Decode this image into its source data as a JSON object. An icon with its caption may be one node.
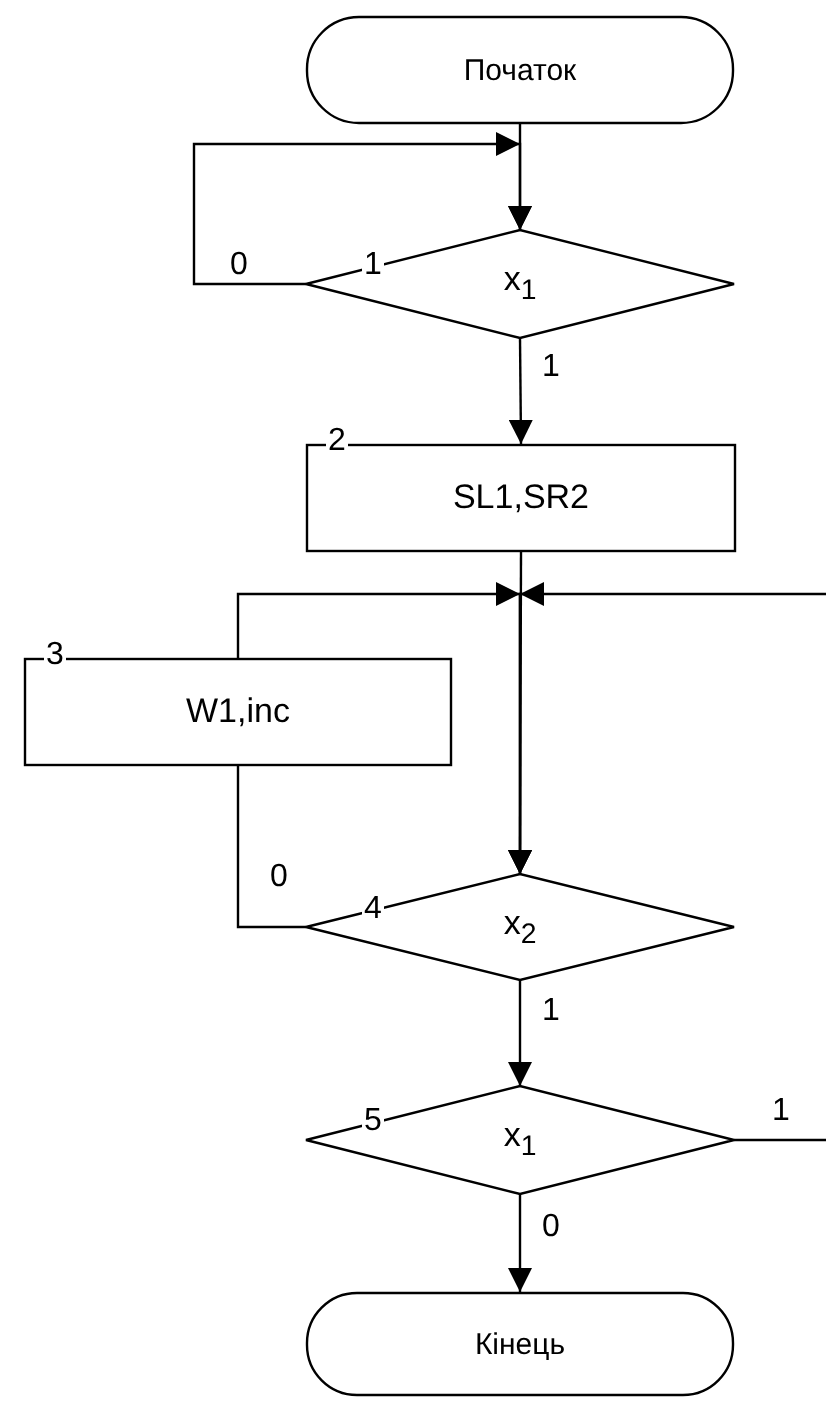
{
  "diagram": {
    "nodes": [
      {
        "text": [
          "Початок"
        ]
      },
      {
        "text": [
          "x$_{1}$"
        ],
        "beside": [
          "1"
        ]
      },
      {
        "text": [
          "SL1,SR2"
        ],
        "beside": [
          "2"
        ]
      },
      {
        "text": [
          "W1,inc"
        ],
        "beside": [
          "3"
        ]
      },
      {
        "text": [
          "x$_{2}$"
        ],
        "beside": [
          "4"
        ]
      },
      {
        "text": [
          "x$_{1}$"
        ],
        "beside": [
          "5"
        ]
      },
      {
        "text": [
          "Кінець"
        ]
      }
    ],
    "edges": [
      {
        "from": 0,
        "to": 1,
        "arrow": "to"
      },
      {
        "from": 1,
        "to": 1,
        "arrow": "to",
        "label": "0"
      },
      {
        "from": 1,
        "to": 2,
        "arrow": "to",
        "label": "1"
      },
      {
        "from": 2,
        "to": 4,
        "arrow": "to"
      },
      {
        "from": 4,
        "to": 3,
        "arrow": "none",
        "label": "0"
      },
      {
        "from": 3,
        "to": 4,
        "arrow": "to"
      },
      {
        "from": 5,
        "to": null,
        "arrow": "none",
        "label": "1"
      },
      {
        "from": null,
        "to": 4,
        "arrow": "to"
      },
      {
        "from": 4,
        "to": 5,
        "arrow": "to",
        "label": "1"
      },
      {
        "from": 5,
        "to": 6,
        "arrow": "to",
        "label": "0"
      }
    ]
  }
}
